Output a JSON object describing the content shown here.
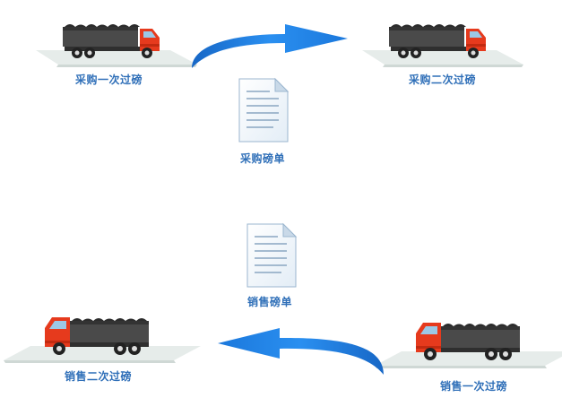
{
  "labels": {
    "purchase_first": "采购一次过磅",
    "purchase_second": "采购二次过磅",
    "purchase_slip": "采购磅单",
    "sales_slip": "销售磅单",
    "sales_second": "销售二次过磅",
    "sales_first": "销售一次过磅"
  },
  "colors": {
    "label_text": "#2f6fb8",
    "arrow": "#1f86e8",
    "truck_cab": "#e63a1d",
    "truck_cargo": "#4a4a4a",
    "scale_platform": "#e6ecea"
  }
}
